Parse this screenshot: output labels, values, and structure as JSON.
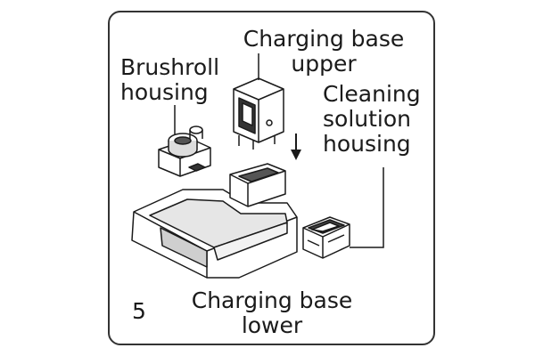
{
  "labels": {
    "charging_base_upper": [
      "Charging base",
      "upper"
    ],
    "brushroll_housing": [
      "Brushroll",
      "housing"
    ],
    "cleaning_solution_housing": [
      "Cleaning",
      "solution",
      "housing"
    ],
    "charging_base_lower": [
      "Charging base",
      "lower"
    ],
    "step_number": "5"
  },
  "colors": {
    "line": "#1a1a1a",
    "fill": "#ffffff",
    "shade": "#d9d9d9",
    "dark": "#555555"
  },
  "icons": {
    "arrow": "down-arrow-icon"
  }
}
